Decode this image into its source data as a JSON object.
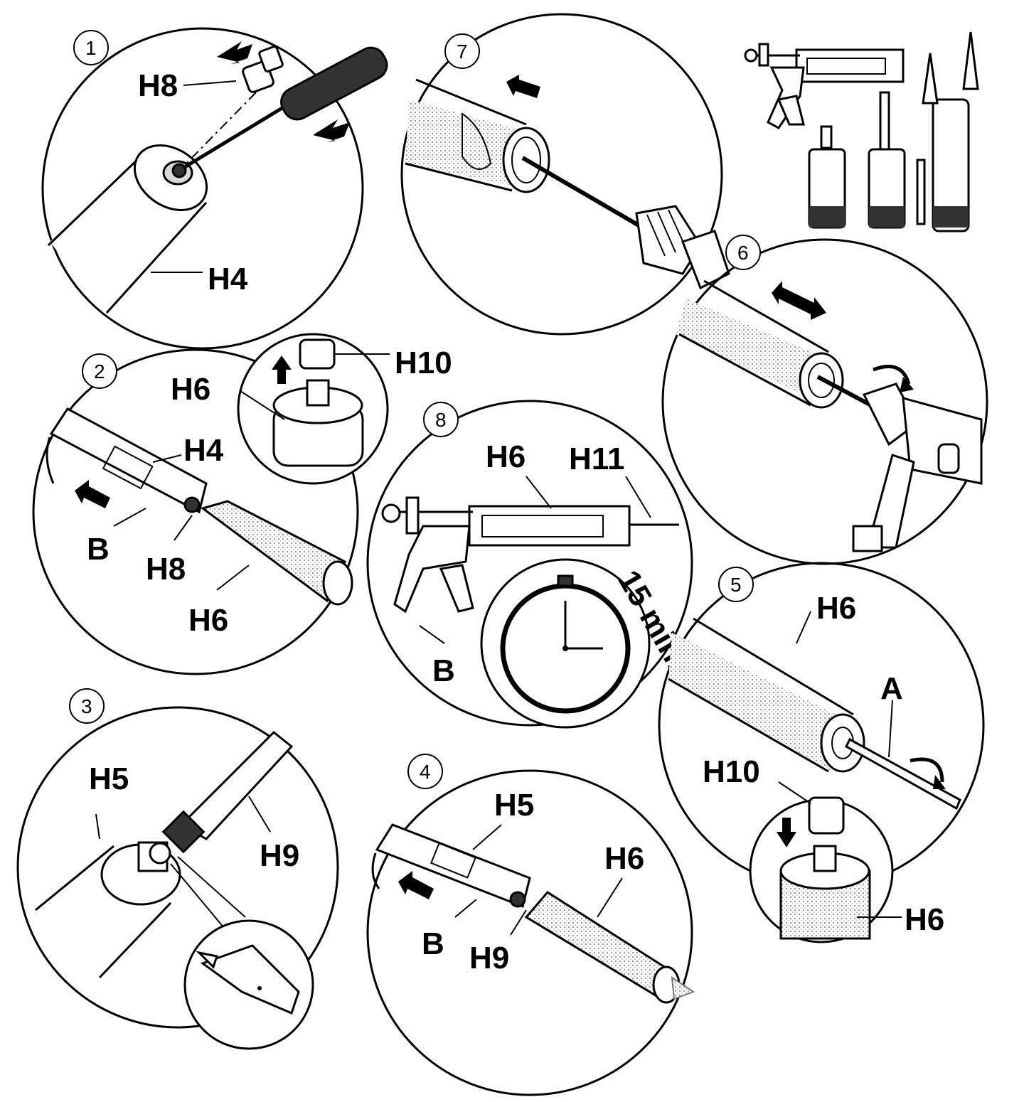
{
  "steps": {
    "s1": {
      "number": "1",
      "labels": {
        "h8": "H8",
        "h4": "H4"
      }
    },
    "s2": {
      "number": "2",
      "labels": {
        "h6_top": "H6",
        "h10": "H10",
        "h4": "H4",
        "b": "B",
        "h8": "H8",
        "h6_bottom": "H6"
      }
    },
    "s3": {
      "number": "3",
      "labels": {
        "h5": "H5",
        "h9": "H9"
      }
    },
    "s4": {
      "number": "4",
      "labels": {
        "h5": "H5",
        "h6": "H6",
        "b": "B",
        "h9": "H9"
      }
    },
    "s5": {
      "number": "5",
      "labels": {
        "h6_top": "H6",
        "a": "A",
        "h10": "H10",
        "h6_bottom": "H6"
      }
    },
    "s6": {
      "number": "6"
    },
    "s7": {
      "number": "7"
    },
    "s8": {
      "number": "8",
      "labels": {
        "h6": "H6",
        "h11": "H11",
        "b": "B"
      },
      "timer": "15 min."
    }
  },
  "icons": [
    "caulking-gun-icon",
    "cartridge-icon",
    "screwdriver-icon",
    "drill-icon",
    "utility-knife-icon",
    "stopwatch-icon",
    "arrow-icon",
    "rotate-icon"
  ]
}
